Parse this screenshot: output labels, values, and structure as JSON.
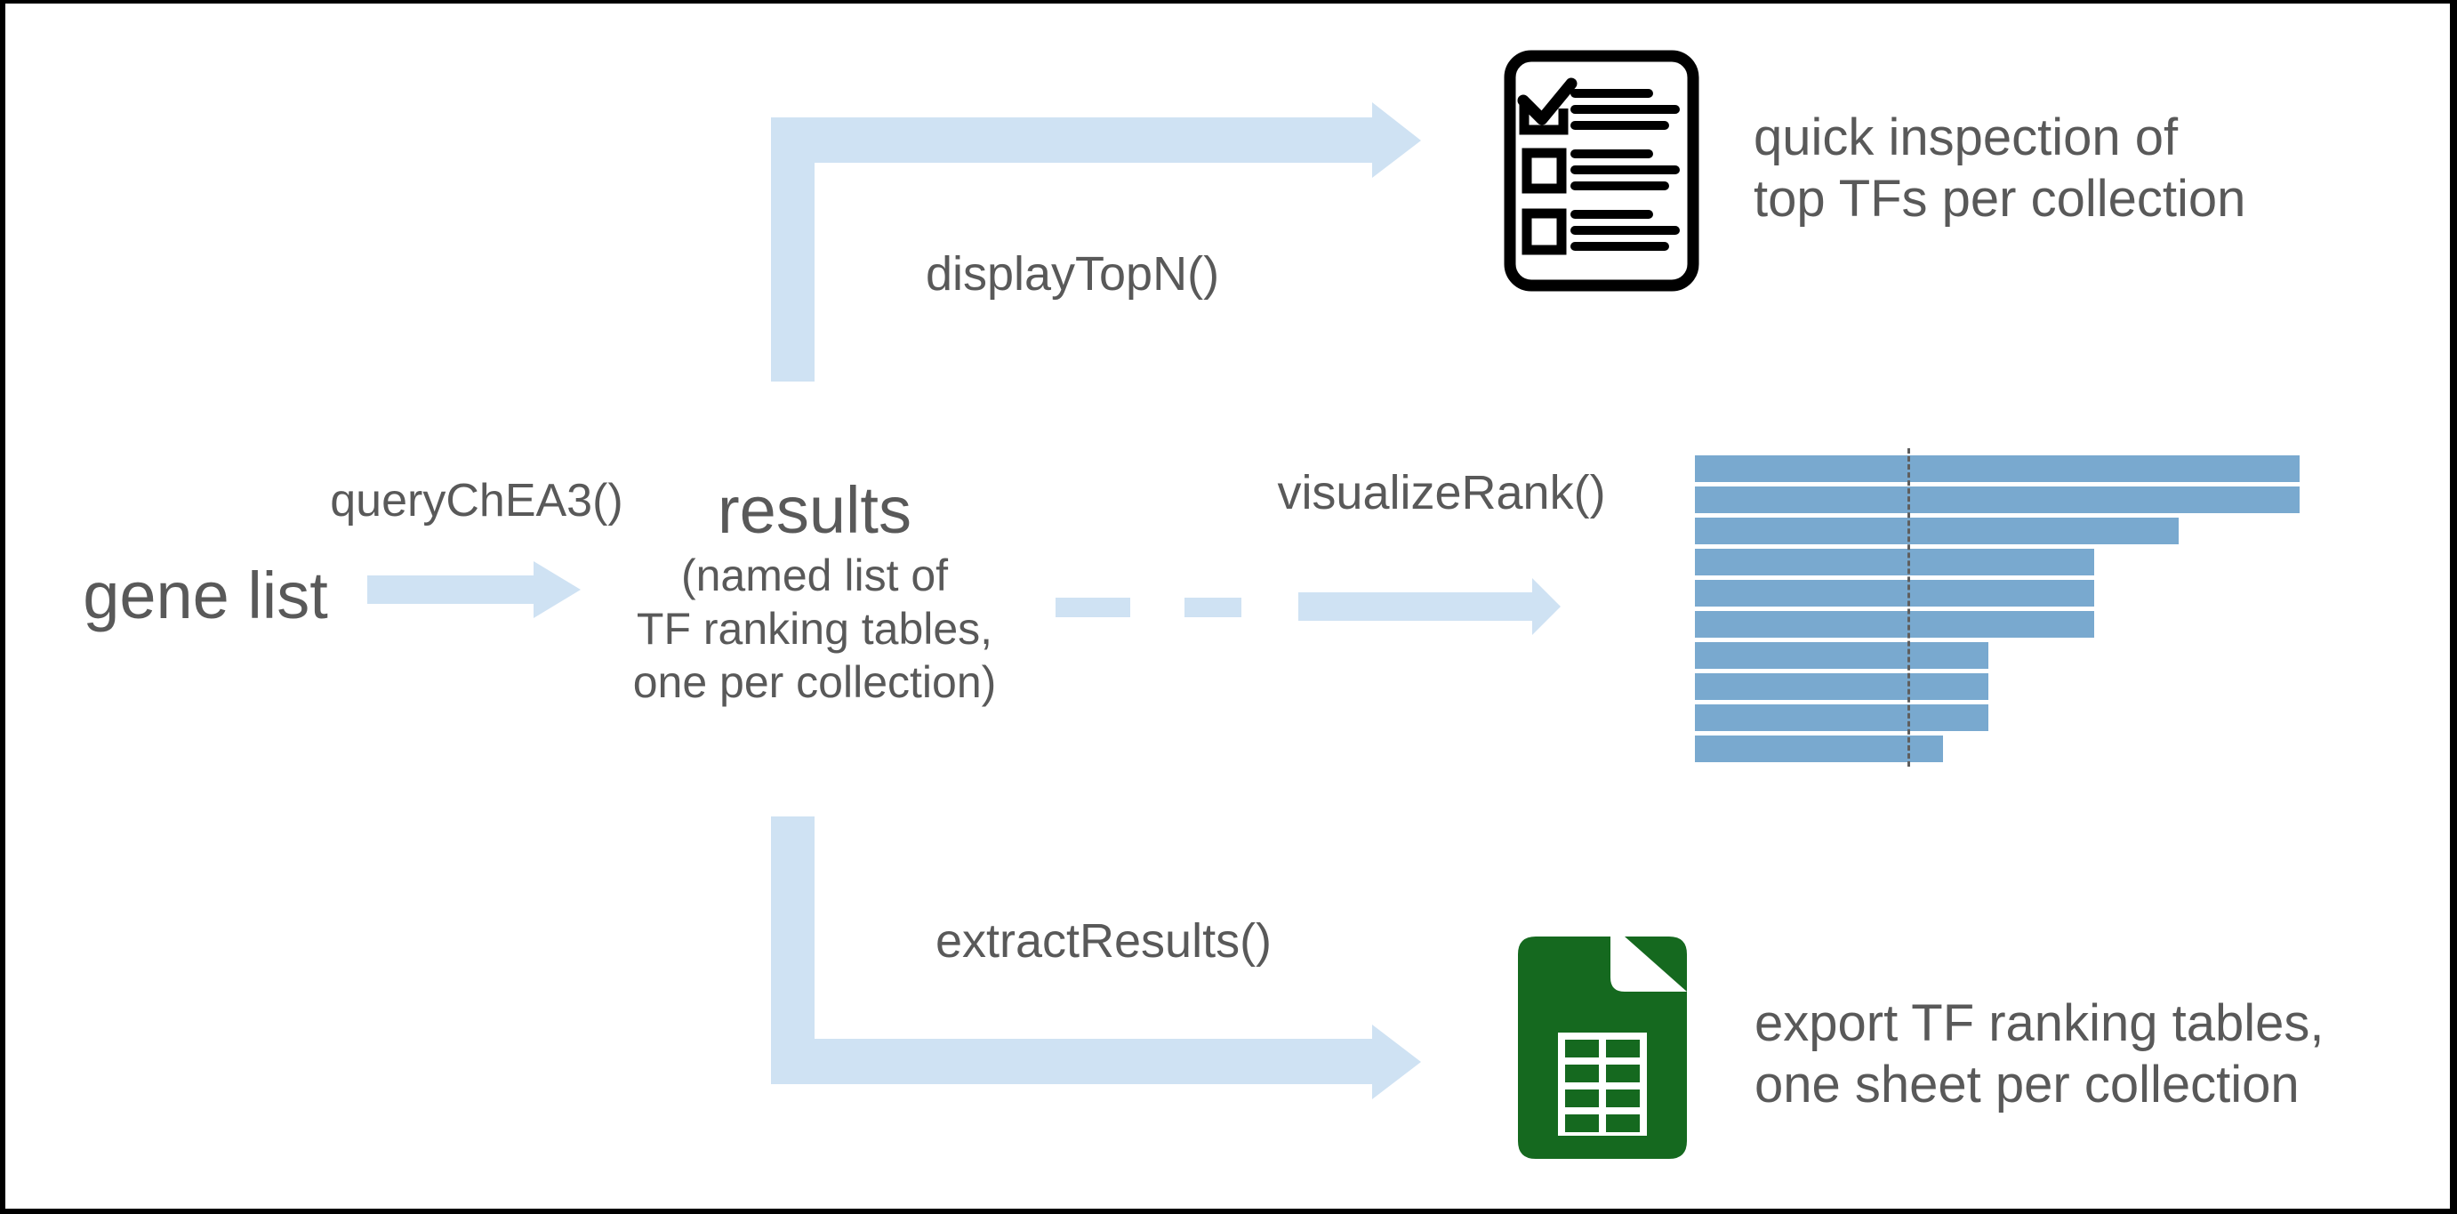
{
  "colors": {
    "background": "#000000",
    "canvas": "#ffffff",
    "text_gray": "#595959",
    "arrow_blue": "#cfe2f3",
    "bar_blue": "#79a9cf",
    "sheet_green": "#15691f",
    "icon_black": "#000000",
    "reference_line_gray": "#5f5f5f"
  },
  "diagram": {
    "input_node": {
      "label": "gene list"
    },
    "query_function": {
      "label": "queryChEA3()"
    },
    "results_node": {
      "title": "results",
      "subtitle_lines": [
        "(named list of",
        "TF ranking tables,",
        "one per collection)"
      ]
    },
    "branches": {
      "top": {
        "function_label": "displayTopN()",
        "icon": "checklist-icon",
        "caption_lines": [
          "quick inspection of",
          "top TFs per collection"
        ]
      },
      "middle": {
        "function_label": "visualizeRank()",
        "icon": "bar-chart"
      },
      "bottom": {
        "function_label": "extractResults()",
        "icon": "spreadsheet-icon",
        "caption_lines": [
          "export TF ranking tables,",
          "one sheet per collection"
        ]
      }
    }
  },
  "chart_data": {
    "type": "bar",
    "orientation": "horizontal",
    "title": "",
    "xlabel": "",
    "ylabel": "",
    "tick_labels_visible": false,
    "legend": "none",
    "grid": "off",
    "bar_color": "#79a9cf",
    "bar_count": 10,
    "values_relative_to_max": [
      1.0,
      1.0,
      0.8,
      0.66,
      0.66,
      0.66,
      0.485,
      0.485,
      0.485,
      0.41
    ],
    "reference_line_relative": 0.35,
    "reference_line_style": "vertical dashed dark-gray"
  }
}
